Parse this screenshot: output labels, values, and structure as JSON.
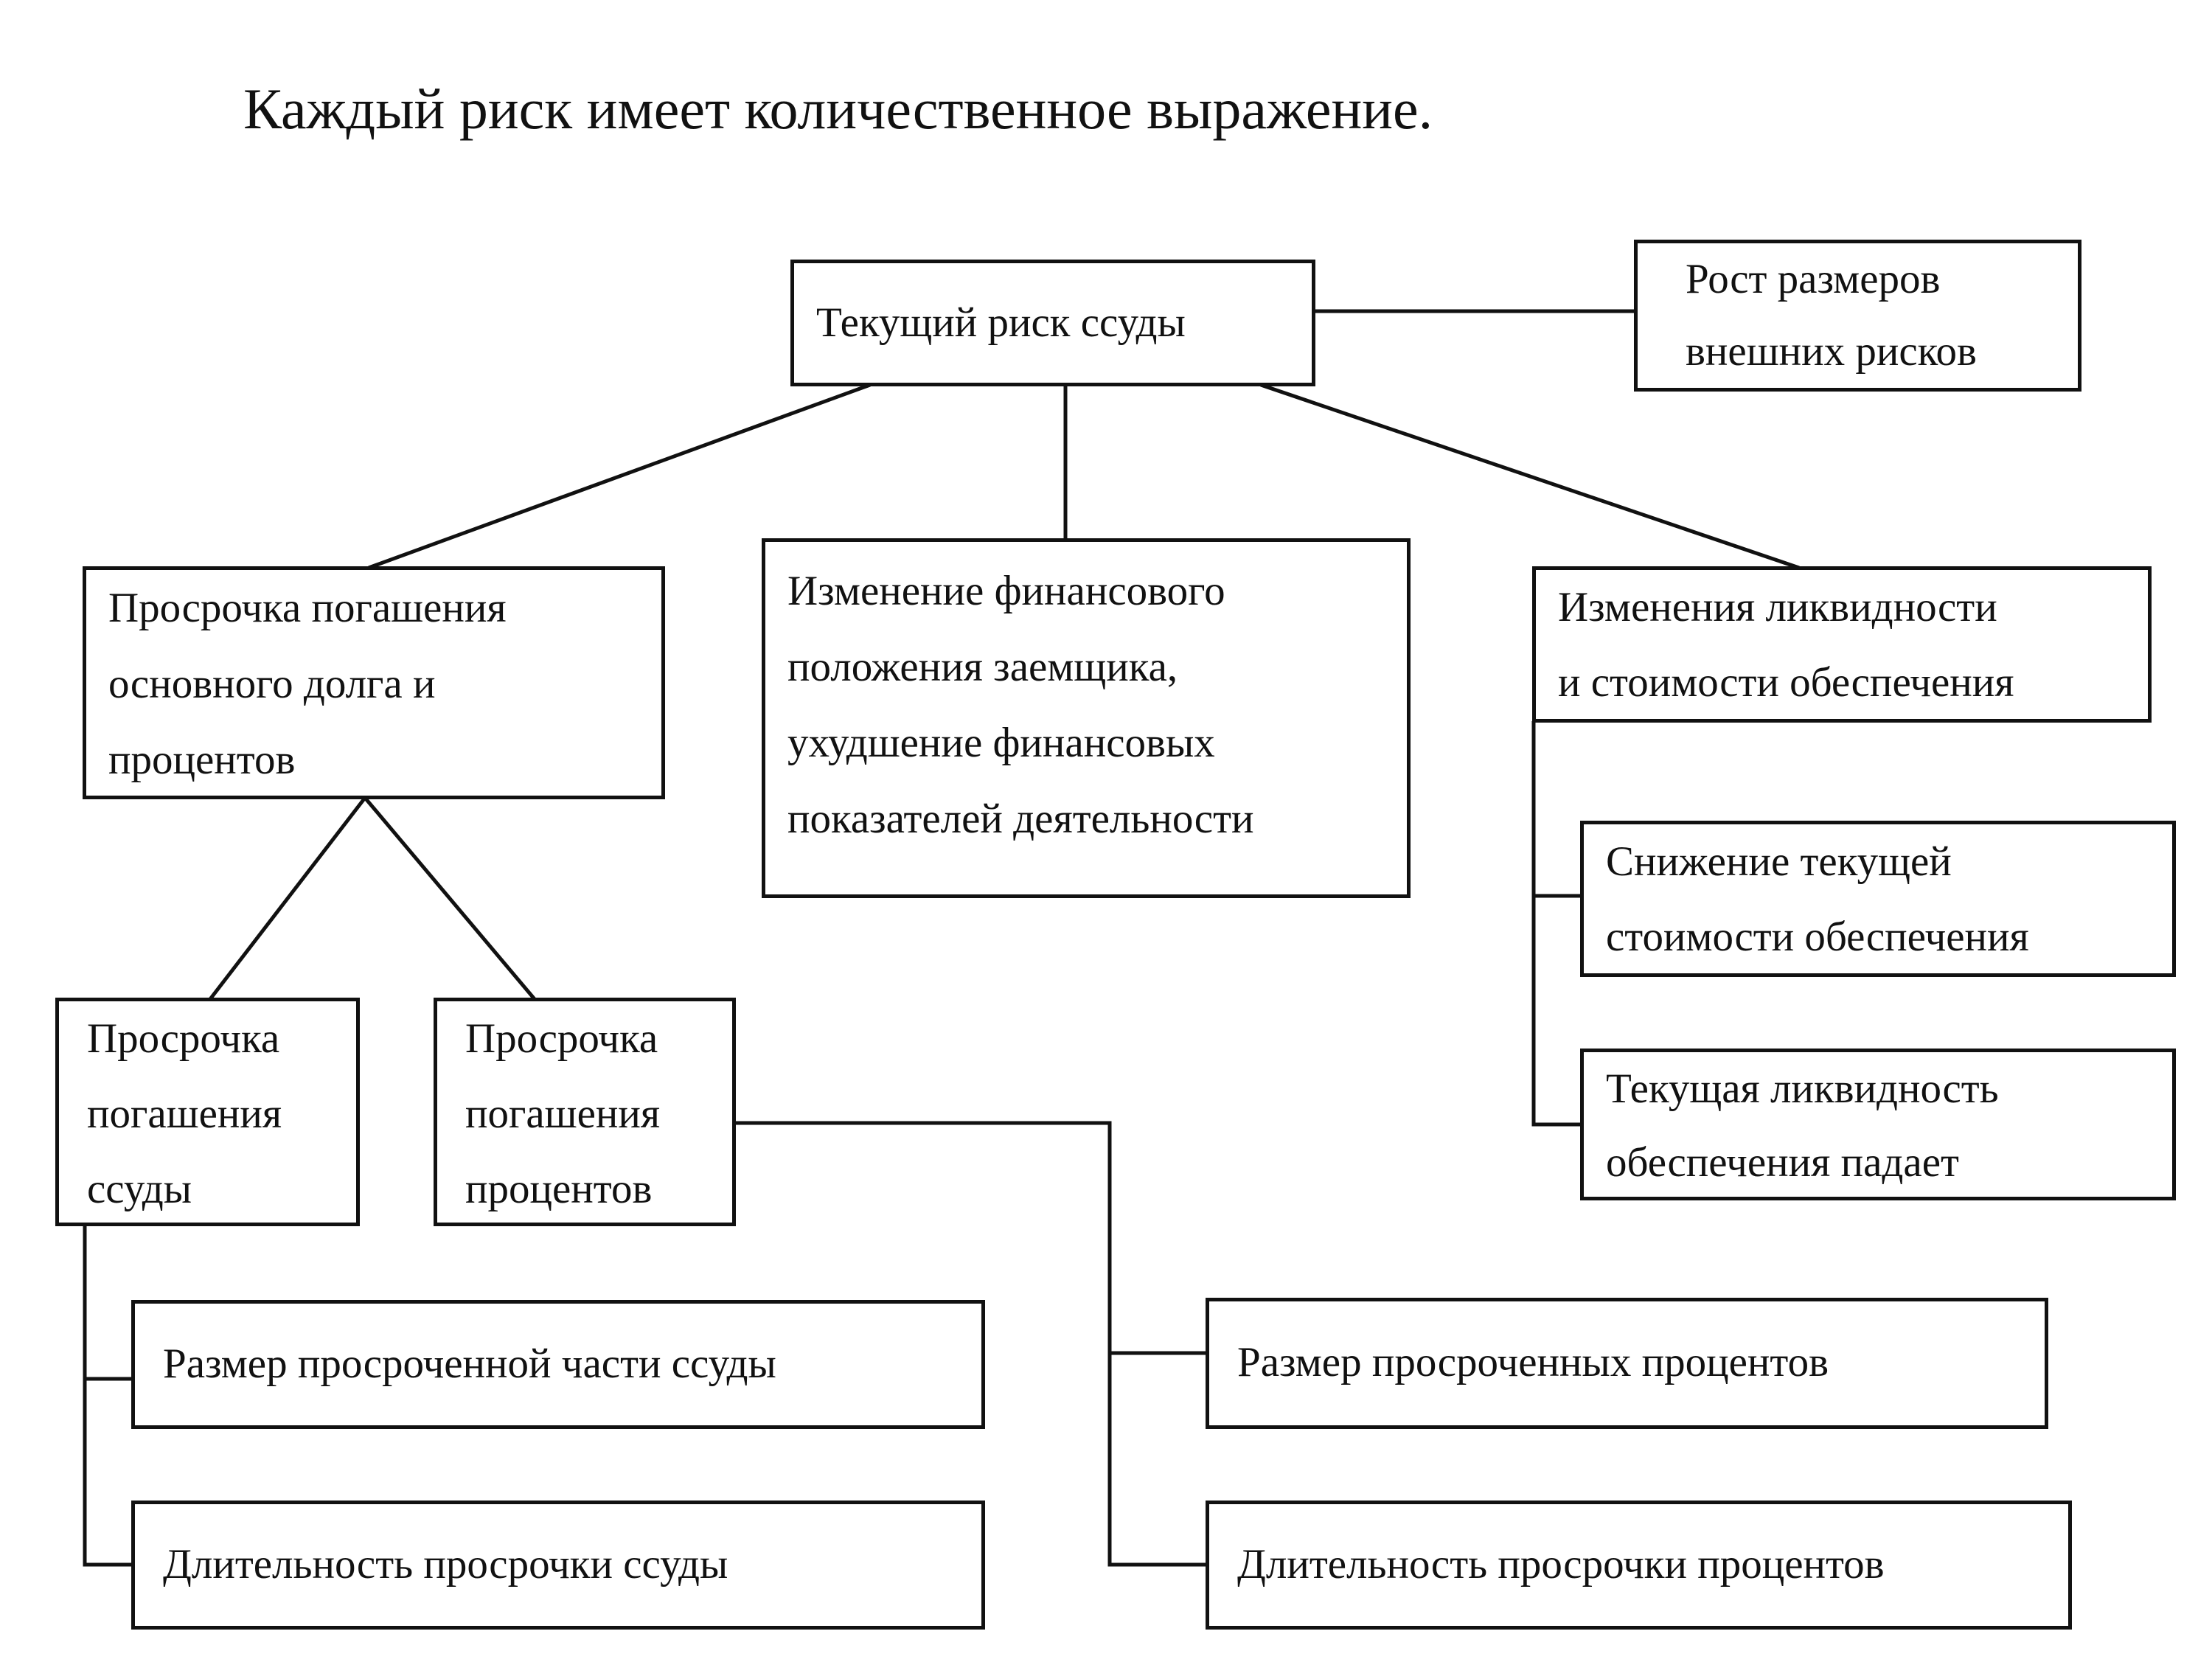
{
  "heading": "Каждый риск имеет количественное выражение.",
  "nodes": {
    "current_risk": {
      "lines": [
        "Текущий риск ссуды"
      ]
    },
    "external_risks_growth": {
      "lines": [
        "Рост размеров",
        "внешних рисков"
      ]
    },
    "principal_interest_overdue": {
      "lines": [
        "Просрочка погашения",
        "основного долга и",
        "процентов"
      ]
    },
    "financial_position_change": {
      "lines": [
        "Изменение финансового",
        "положения заемщика,",
        "ухудшение финансовых",
        "показателей деятельности"
      ]
    },
    "liquidity_collateral_change": {
      "lines": [
        "Изменения ликвидности",
        "и стоимости обеспечения"
      ]
    },
    "collateral_value_decline": {
      "lines": [
        "Снижение текущей",
        "стоимости обеспечения"
      ]
    },
    "collateral_liquidity_falls": {
      "lines": [
        "Текущая ликвидность",
        "обеспечения падает"
      ]
    },
    "loan_overdue": {
      "lines": [
        "Просрочка",
        "погашения",
        "ссуды"
      ]
    },
    "interest_overdue": {
      "lines": [
        "Просрочка",
        "погашения",
        "процентов"
      ]
    },
    "overdue_loan_size": {
      "lines": [
        "Размер просроченной части ссуды"
      ]
    },
    "overdue_loan_duration": {
      "lines": [
        "Длительность просрочки ссуды"
      ]
    },
    "overdue_interest_size": {
      "lines": [
        "Размер просроченных процентов"
      ]
    },
    "overdue_interest_duration": {
      "lines": [
        "Длительность просрочки процентов"
      ]
    }
  }
}
